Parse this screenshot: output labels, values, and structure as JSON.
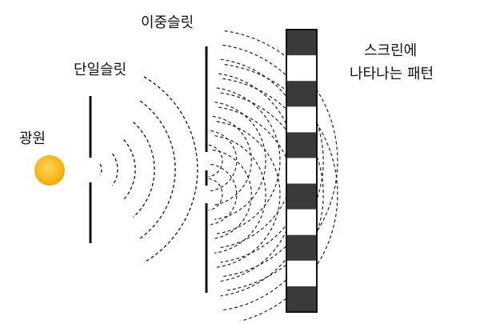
{
  "labels": {
    "light_source": "광원",
    "single_slit": "단일슬릿",
    "double_slit": "이중슬릿",
    "screen_line1": "스크린에",
    "screen_line2": "나타나는 패턴"
  },
  "colors": {
    "light_core": "#ffd75a",
    "light_edge": "#f2a800",
    "barrier": "#111111",
    "wave": "#222222",
    "band_dark": "#3a3a3a",
    "band_light": "#ffffff",
    "screen_border": "#111111"
  },
  "screen": {
    "pattern": [
      "dark",
      "light",
      "dark",
      "light",
      "dark",
      "light",
      "dark",
      "light",
      "dark",
      "light",
      "dark"
    ]
  }
}
